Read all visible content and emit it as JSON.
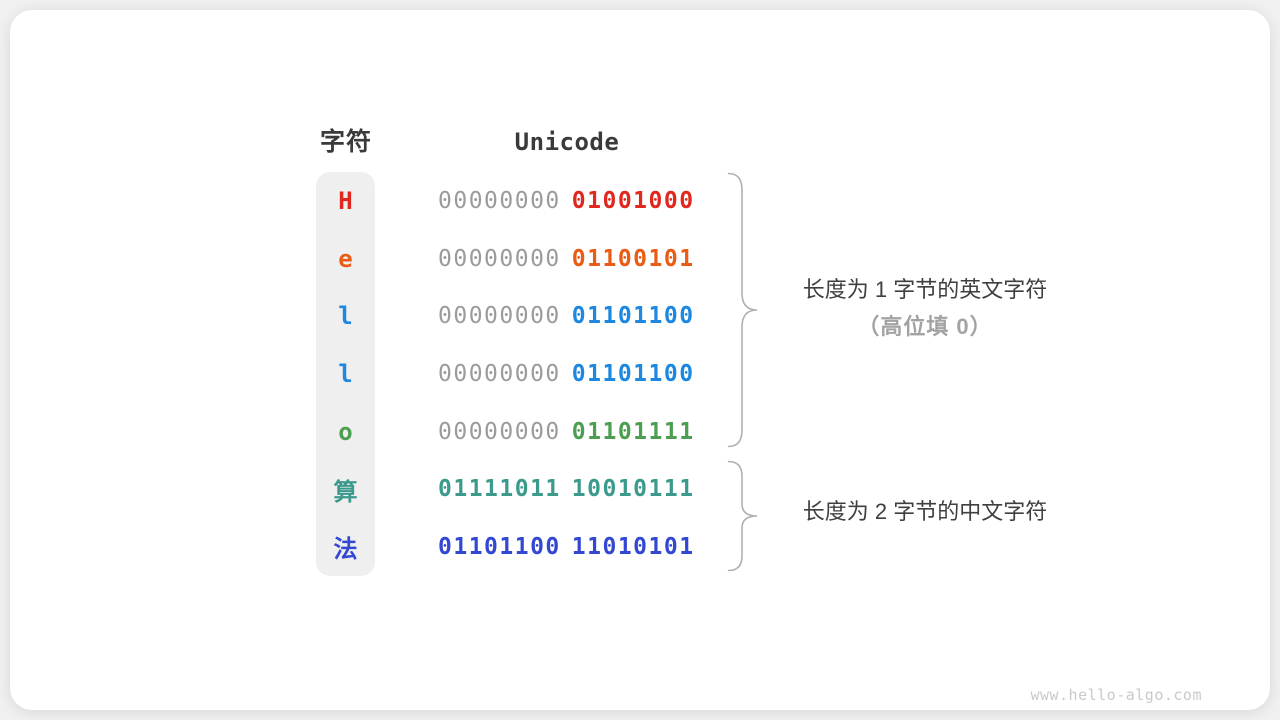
{
  "table": {
    "char_header": "字符",
    "unicode_header": "Unicode",
    "rows": [
      {
        "char": "H",
        "color": "#e0281e",
        "byte1": "00000000",
        "byte1_color": "#9b9b9b",
        "byte2": "01001000",
        "byte2_color": "#e0281e"
      },
      {
        "char": "e",
        "color": "#ea5b15",
        "byte1": "00000000",
        "byte1_color": "#9b9b9b",
        "byte2": "01100101",
        "byte2_color": "#ea5b15"
      },
      {
        "char": "l",
        "color": "#1e88e0",
        "byte1": "00000000",
        "byte1_color": "#9b9b9b",
        "byte2": "01101100",
        "byte2_color": "#1e88e0"
      },
      {
        "char": "l",
        "color": "#1e88e0",
        "byte1": "00000000",
        "byte1_color": "#9b9b9b",
        "byte2": "01101100",
        "byte2_color": "#1e88e0"
      },
      {
        "char": "o",
        "color": "#4c9e50",
        "byte1": "00000000",
        "byte1_color": "#9b9b9b",
        "byte2": "01101111",
        "byte2_color": "#4c9e50"
      },
      {
        "char": "算",
        "color": "#3b9a8c",
        "byte1": "01111011",
        "byte1_color": "#3b9a8c",
        "byte2": "10010111",
        "byte2_color": "#3b9a8c"
      },
      {
        "char": "法",
        "color": "#3348d2",
        "byte1": "01101100",
        "byte1_color": "#3348d2",
        "byte2": "11010101",
        "byte2_color": "#3348d2"
      }
    ]
  },
  "annotations": {
    "group1_line1": "长度为 1 字节的英文字符",
    "group1_line2": "（高位填 0）",
    "group2_line1": "长度为 2 字节的中文字符"
  },
  "watermark": "www.hello-algo.com",
  "colors": {
    "card_bg": "#ffffff",
    "page_bg": "#f0f0f0",
    "pill_bg": "#efefef",
    "gray_byte": "#9b9b9b",
    "brace_stroke": "#b0b0b0",
    "heading_text": "#3a3a3a",
    "note_text": "#3f3f3f",
    "note_sub_text": "#a3a3a3",
    "watermark_text": "#c9c9c9"
  }
}
